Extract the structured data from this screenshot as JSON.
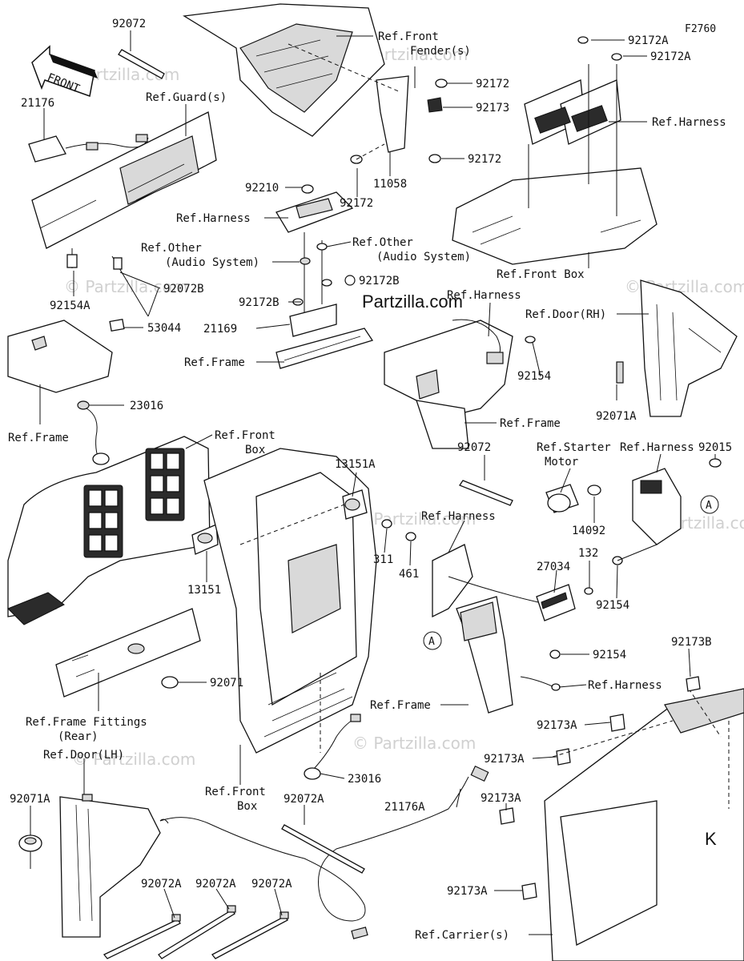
{
  "diagram_code": "F2760",
  "front_arrow": "FRONT",
  "brand_watermark": "Partzilla.com",
  "watermark": "© Partzilla.com",
  "callout_A": "A",
  "labels": {
    "p92072_top": "92072",
    "ref_front_fender_1": "Ref.Front",
    "ref_front_fender_2": "Fender(s)",
    "p92172A_1": "92172A",
    "p92172A_2": "92172A",
    "p21176": "21176",
    "ref_guards": "Ref.Guard(s)",
    "p92172_a": "92172",
    "p92173": "92173",
    "ref_harness_tr": "Ref.Harness",
    "p92172_b": "92172",
    "p11058": "11058",
    "p92172_c": "92172",
    "p92210": "92210",
    "ref_harness_mid": "Ref.Harness",
    "ref_other_l1": "Ref.Other",
    "ref_other_l2": "(Audio System)",
    "ref_other_r1": "Ref.Other",
    "ref_other_r2": "(Audio System)",
    "ref_front_box_tr": "Ref.Front Box",
    "p92154A": "92154A",
    "p92072B_1": "92072B",
    "p92172B_1": "92172B",
    "p92172B_2": "92172B",
    "ref_harness_c": "Ref.Harness",
    "ref_door_rh": "Ref.Door(RH)",
    "p53044": "53044",
    "p21169": "21169",
    "p92154_a": "92154",
    "ref_frame_mid": "Ref.Frame",
    "p23016_a": "23016",
    "ref_frame_c": "Ref.Frame",
    "p92071A_r": "92071A",
    "ref_frame_l": "Ref.Frame",
    "ref_front_box_l1": "Ref.Front",
    "ref_front_box_l2": "Box",
    "p92072_mid": "92072",
    "ref_starter_1": "Ref.Starter",
    "ref_starter_2": "Motor",
    "ref_harness_r": "Ref.Harness",
    "p92015": "92015",
    "p13151A": "13151A",
    "ref_harness_m2": "Ref.Harness",
    "p14092": "14092",
    "p311": "311",
    "p461": "461",
    "p132": "132",
    "p27034": "27034",
    "p92154_b": "92154",
    "p13151": "13151",
    "p92154_c": "92154",
    "p92173B": "92173B",
    "p92071": "92071",
    "ref_harness_low": "Ref.Harness",
    "ref_frame_low": "Ref.Frame",
    "ref_frame_fittings_1": "Ref.Frame Fittings",
    "ref_frame_fittings_2": "(Rear)",
    "p92173A_1": "92173A",
    "ref_door_lh": "Ref.Door(LH)",
    "p92173A_2": "92173A",
    "p23016_b": "23016",
    "ref_front_box_b1": "Ref.Front",
    "ref_front_box_b2": "Box",
    "p92072A_top": "92072A",
    "p92173A_3": "92173A",
    "p92071A_l": "92071A",
    "p21176A": "21176A",
    "p92072A_1": "92072A",
    "p92072A_2": "92072A",
    "p92072A_3": "92072A",
    "p92173A_4": "92173A",
    "ref_carriers": "Ref.Carrier(s)"
  }
}
